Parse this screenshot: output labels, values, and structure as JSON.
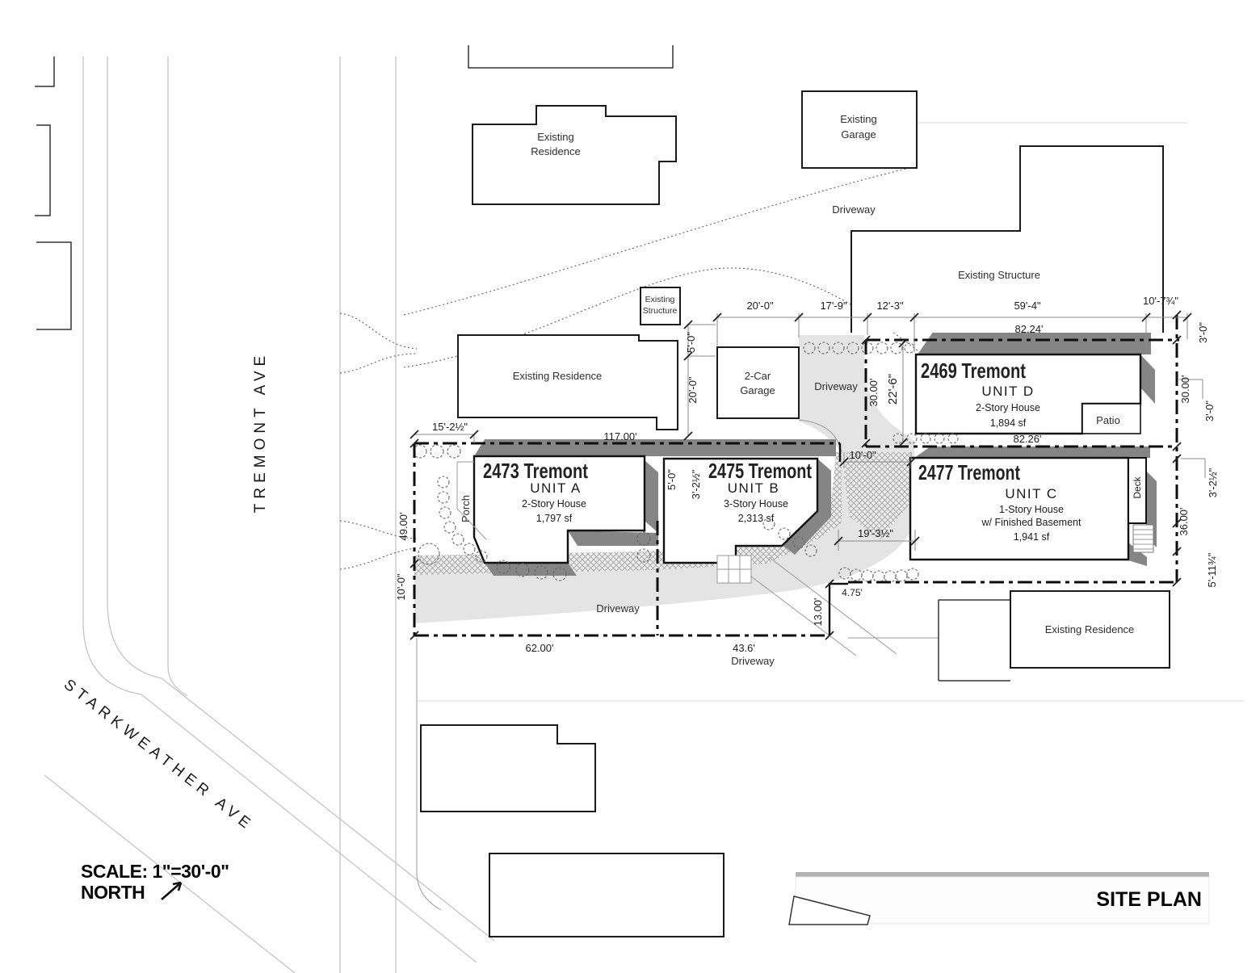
{
  "title": "SITE PLAN",
  "scale_label": "SCALE: 1\"=30'-0\"",
  "north_label": "NORTH",
  "streets": {
    "tremont": "TREMONT AVE",
    "starkweather": "STARKWEATHER AVE"
  },
  "colors": {
    "accent_red": "#ee3a17",
    "shadow_gray": "#858585",
    "driveway_gray": "#e4e4e4"
  },
  "units": {
    "a": {
      "address": "2473 Tremont",
      "name": "UNIT A",
      "type": "2-Story House",
      "area": "1,797 sf"
    },
    "b": {
      "address": "2475 Tremont",
      "name": "UNIT B",
      "type": "3-Story House",
      "area": "2,313 sf"
    },
    "c": {
      "address": "2477 Tremont",
      "name": "UNIT C",
      "type": "1-Story House",
      "type2": "w/ Finished Basement",
      "area": "1,941 sf"
    },
    "d": {
      "address": "2469 Tremont",
      "name": "UNIT D",
      "type": "2-Story House",
      "area": "1,894 sf"
    }
  },
  "labels": {
    "existing": "Existing",
    "residence": "Residence",
    "garage": "Garage",
    "structure": "Structure",
    "existing_residence": "Existing Residence",
    "existing_structure": "Existing Structure",
    "two_car": "2-Car",
    "driveway": "Driveway",
    "porch": "Porch",
    "patio": "Patio",
    "deck": "Deck"
  },
  "dims": {
    "d20_0": "20'-0\"",
    "d17_9": "17'-9\"",
    "d12_3": "12'-3\"",
    "d59_4": "59'-4\"",
    "d10_7": "10'-7¾\"",
    "d82_24": "82.24'",
    "d82_26": "82.26'",
    "d5_0": "5'-0\"",
    "d30_00": "30.00'",
    "d22_6": "22'-6\"",
    "d10_0": "10'-0\"",
    "d19_3": "19'-3½\"",
    "d15_2": "15'-2½\"",
    "d117": "117.00'",
    "d49": "49.00'",
    "d3_2": "3'-2½\"",
    "d3_0": "3'-0\"",
    "d36_00": "36.00'",
    "d5_11": "5'-11¾\"",
    "d62": "62.00'",
    "d43_6": "43.6'",
    "d13_00": "13.00'",
    "d4_75": "4.75'"
  }
}
